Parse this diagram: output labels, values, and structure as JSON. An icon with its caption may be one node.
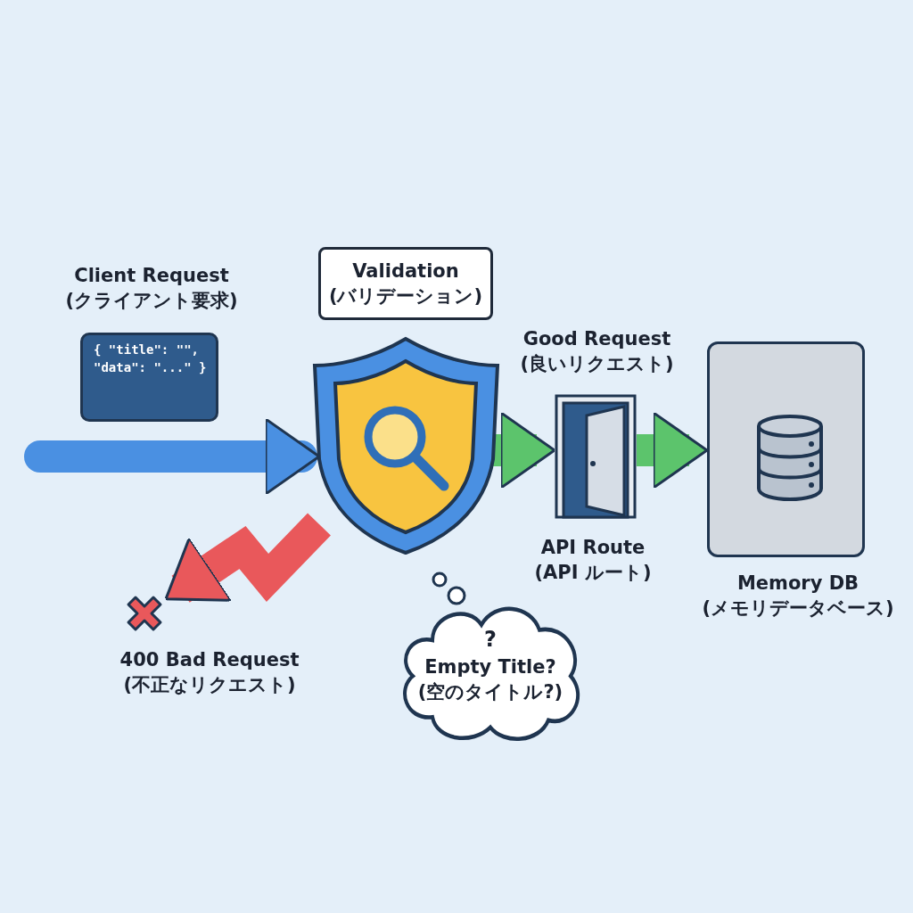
{
  "diagram": {
    "nodes": [
      {
        "text": [
          "Client Request (クライアント要求)",
          "{ \"title\": \"\", \"data\": \"...\" }"
        ]
      },
      {
        "text": [
          "Validation (バリデーション)"
        ]
      },
      {
        "text": [],
        "shape": "picture"
      },
      {
        "text": [
          "API Route (API ルート)"
        ]
      },
      {
        "text": [
          "Memory DB (メモリデータベース)"
        ]
      },
      {
        "text": [
          "400 Bad Request (不正なリクエスト)"
        ]
      },
      {
        "text": [
          "?",
          "Empty Title? (空のタイトル?)"
        ]
      }
    ],
    "edges": [
      {
        "from": null,
        "to": 2,
        "arrow": "to",
        "color": "#4a90e2"
      },
      {
        "from": 2,
        "to": 3,
        "arrow": "to",
        "label": "Good Request (良いリクエスト)",
        "color": "#5cc46c"
      },
      {
        "from": 3,
        "to": 4,
        "arrow": "to",
        "color": "#5cc46c"
      },
      {
        "from": 2,
        "to": 5,
        "arrow": "to",
        "color": "#e9585b"
      }
    ]
  }
}
